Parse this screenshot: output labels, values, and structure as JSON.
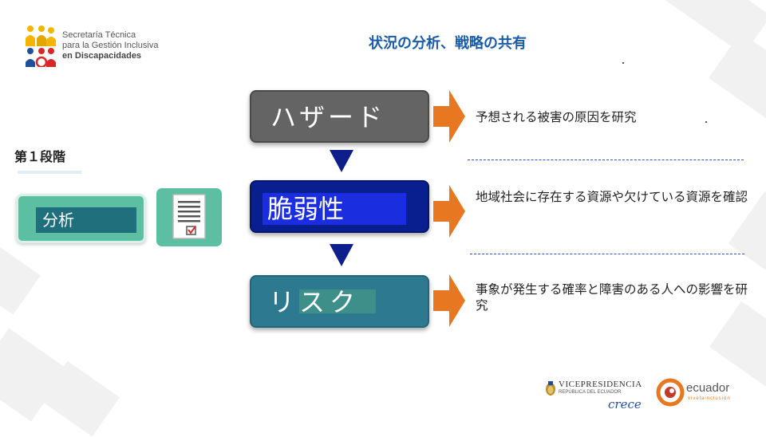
{
  "header": {
    "org_line1": "Secretaría Técnica",
    "org_line2": "para la Gestión Inclusiva",
    "org_line3": "en Discapacidades",
    "title": "状況の分析、戦略の共有"
  },
  "stage": {
    "label": "第１段階",
    "card_label": "分析"
  },
  "steps": [
    {
      "label": "ハザード",
      "description": "予想される被害の原因を研究",
      "color": "#646464"
    },
    {
      "label": "脆弱性",
      "description": "地域社会に存在する資源や欠けている資源を確認",
      "color": "#0a1f8f"
    },
    {
      "label": "リスク",
      "description": "事象が発生する確率と障害のある人への影響を研究",
      "color": "#2d7a90"
    }
  ],
  "footer": {
    "vp_line1": "VICEPRESIDENCIA",
    "vp_line2": "REPÚBLICA DEL ECUADOR",
    "vp_slogan": "crece",
    "ecuador_name": "ecuador",
    "ecuador_sub": "vivelainclusión"
  },
  "colors": {
    "accent_orange": "#e87722",
    "arrow_blue": "#0c1f8a",
    "title_blue": "#1a5ba6"
  }
}
